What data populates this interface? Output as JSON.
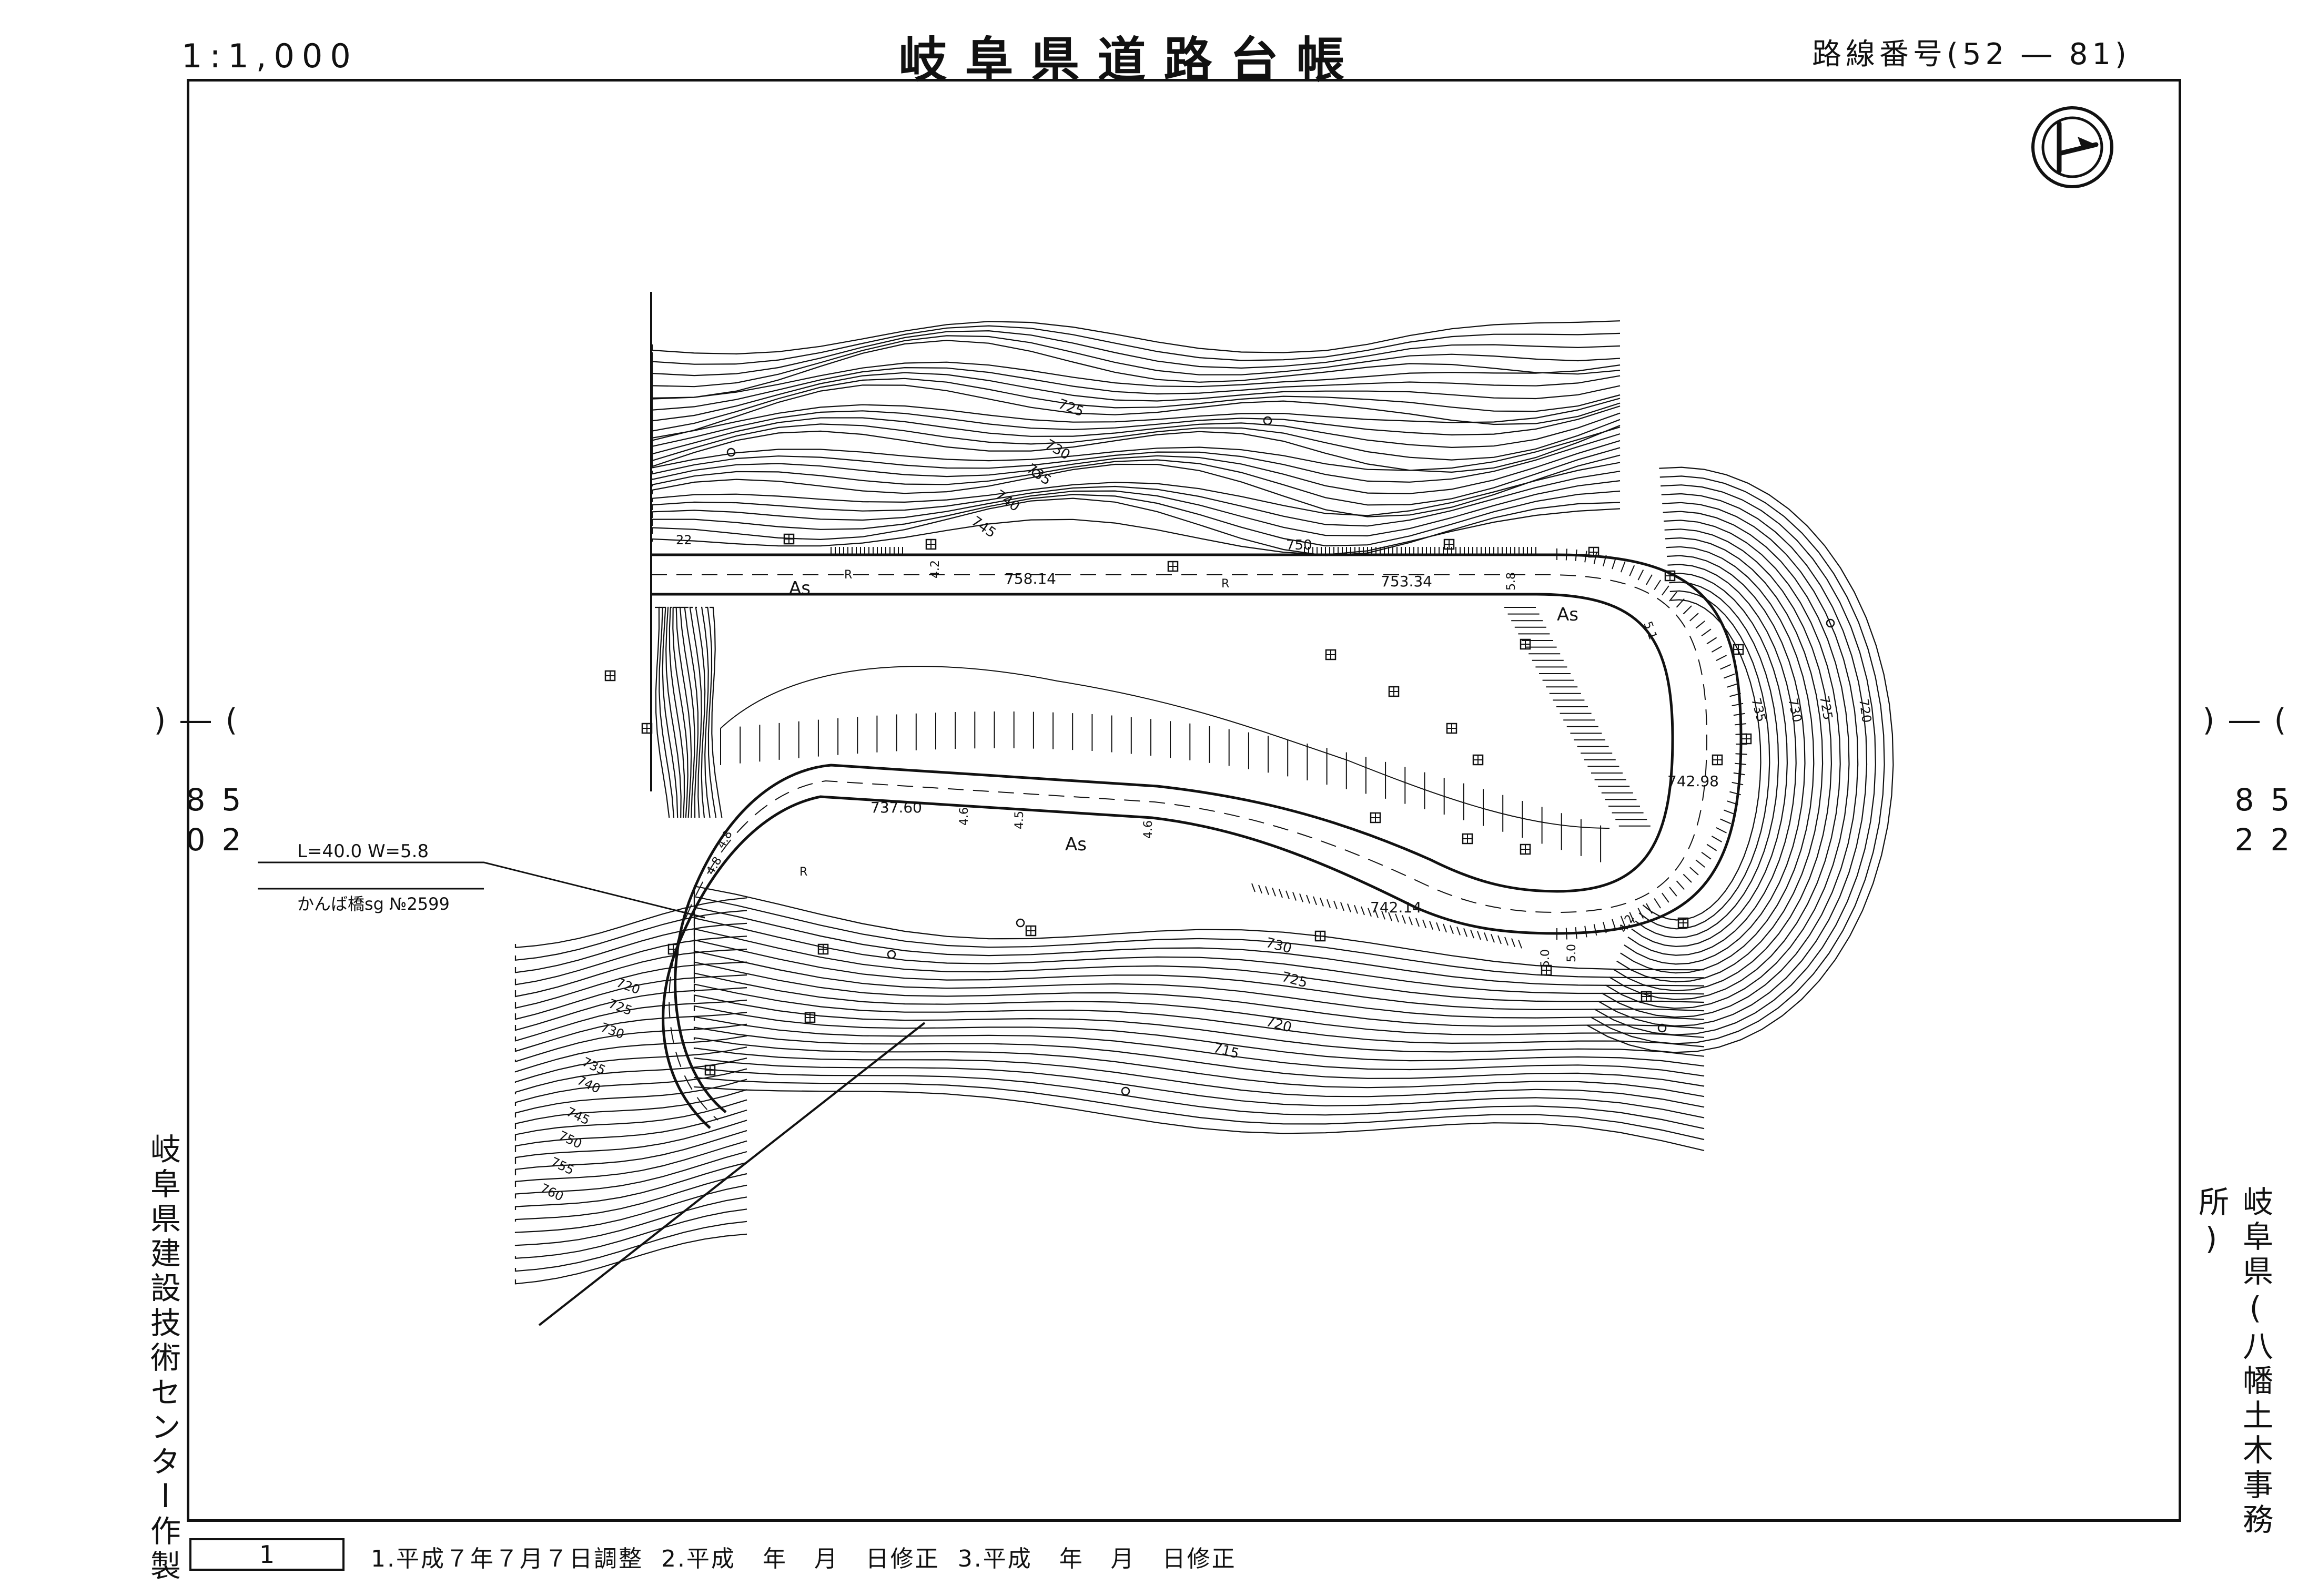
{
  "header": {
    "scale": "1:1,000",
    "title": "岐阜県道路台帳",
    "route_label": "路線番号(",
    "route_number": "52 ― 81",
    "route_close": ")"
  },
  "margins": {
    "left_ref": "( 52 ― 80 )",
    "right_ref": "( 52 ― 82 )",
    "left_maker": "岐阜県建設技術センター作製",
    "right_office": "岐阜県(八幡土木事務所)"
  },
  "footer": {
    "sheet_number": "1",
    "notes": "1.平成７年７月７日調整  2.平成   年   月   日修正  3.平成   年   月   日修正"
  },
  "map": {
    "bridge_dims": "L=40.0   W=5.8",
    "bridge_name": "かんば橋sg №2599",
    "elev_upper_1": "758.14",
    "elev_upper_2": "753.34",
    "elev_mid": "737.60",
    "elev_lower": "742.14",
    "elev_hairpin": "742.98",
    "surface_label": "As",
    "radius_label": "R",
    "marker_22": "22",
    "contours": [
      "725",
      "730",
      "735",
      "740",
      "745",
      "750",
      "720",
      "715",
      "755",
      "760"
    ],
    "widths": [
      "4.2",
      "5.8",
      "4.6",
      "4.5",
      "4.6",
      "5.0",
      "4.2",
      "4.8",
      "4.8",
      "5.1",
      "5.0"
    ],
    "north_arrow_icon": "north-arrow-icon",
    "colors": {
      "ink": "#111111",
      "paper": "#ffffff"
    }
  }
}
